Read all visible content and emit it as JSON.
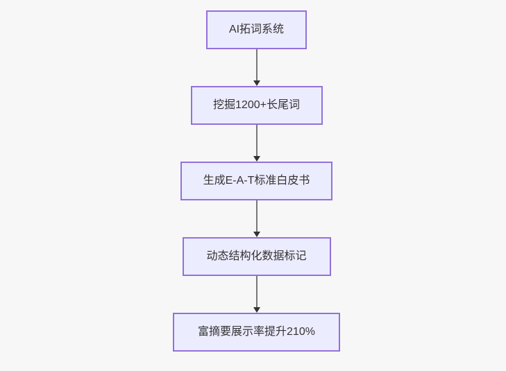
{
  "page": {
    "background_color": "#f7f7f7"
  },
  "flowchart": {
    "type": "flowchart",
    "direction": "top-down",
    "node_fill_color": "#ECECFF",
    "node_border_color": "#9370DB",
    "node_text_color": "#333333",
    "arrow_line_color": "#777777",
    "arrow_head_color": "#333333",
    "nodes": [
      {
        "id": "step-1",
        "label": "AI拓词系统"
      },
      {
        "id": "step-2",
        "label": "挖掘1200+长尾词"
      },
      {
        "id": "step-3",
        "label": "生成E-A-T标准白皮书"
      },
      {
        "id": "step-4",
        "label": "动态结构化数据标记"
      },
      {
        "id": "step-5",
        "label": "富摘要展示率提升210%"
      }
    ],
    "edges": [
      {
        "from": "step-1",
        "to": "step-2"
      },
      {
        "from": "step-2",
        "to": "step-3"
      },
      {
        "from": "step-3",
        "to": "step-4"
      },
      {
        "from": "step-4",
        "to": "step-5"
      }
    ]
  }
}
